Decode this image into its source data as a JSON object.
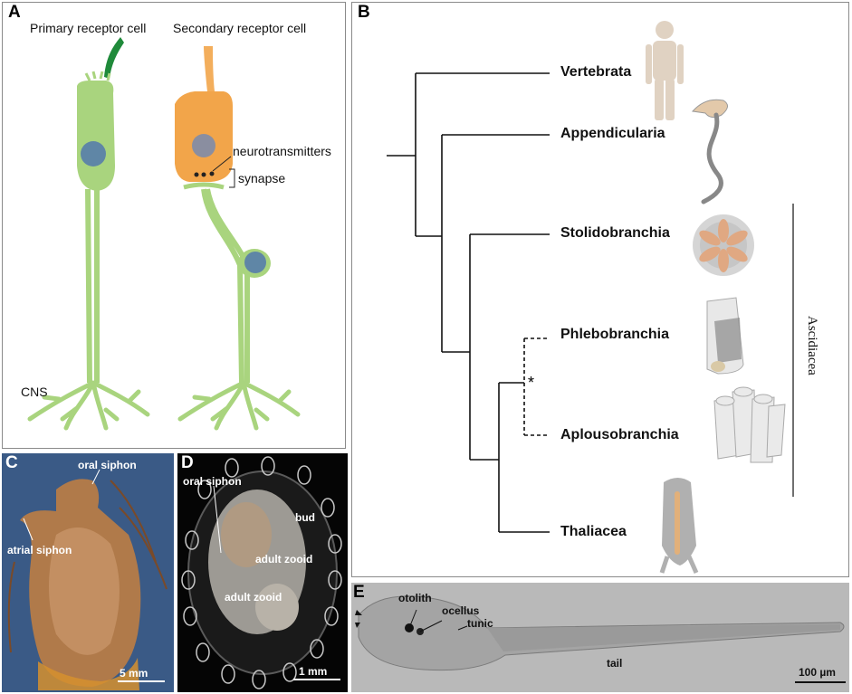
{
  "panels": {
    "a": {
      "letter": "A",
      "primary_title": "Primary receptor cell",
      "secondary_title": "Secondary receptor cell",
      "neurotransmitters": "neurotransmitters",
      "synapse": "synapse",
      "cns": "CNS"
    },
    "b": {
      "letter": "B",
      "taxa": [
        "Vertebrata",
        "Appendicularia",
        "Stolidobranchia",
        "Phlebobranchia",
        "Aplousobranchia",
        "Thaliacea"
      ],
      "clade": "Ascidiacea",
      "asterisk": "*"
    },
    "c": {
      "letter": "C",
      "oral_siphon": "oral siphon",
      "atrial_siphon": "atrial siphon",
      "scale": "5 mm"
    },
    "d": {
      "letter": "D",
      "oral_siphon": "oral siphon",
      "bud": "bud",
      "adult_zooid_1": "adult zooid",
      "adult_zooid_2": "adult zooid",
      "scale": "1 mm"
    },
    "e": {
      "letter": "E",
      "otolith": "otolith",
      "ocellus": "ocellus",
      "tunic": "tunic",
      "tail": "tail",
      "scale": "100 µm"
    }
  },
  "colors": {
    "primary_cell": "#a9d47e",
    "secondary_cell": "#f2a54a",
    "cilium": "#1f8a3a",
    "nucleus": "#5f86a6",
    "sensory_nucleus": "#8a8ea0",
    "tree_line": "#111111"
  }
}
